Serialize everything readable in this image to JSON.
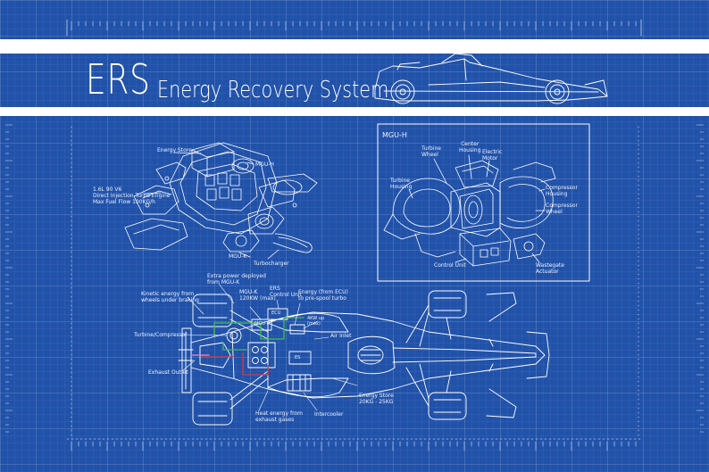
{
  "title": {
    "main": "ERS",
    "subtitle": "Energy Recovery System"
  },
  "colors": {
    "background": "#2152a9",
    "line": "#ffffff",
    "grid": "#6e93d2",
    "mgu_k_path": "#3fbf4a",
    "exhaust_path": "#d9393b",
    "kinetic_path": "#e88ad6"
  },
  "exploded_view": {
    "labels": {
      "energy_store": "Energy Store",
      "mgu_h": "MGU-H",
      "engine_line1": "1.6L 90 V6",
      "engine_line2": "Direct Injection Turbo Engine",
      "engine_line3": "Max Fuel Flow 100KG/h",
      "mgu_k": "MGU-K",
      "turbocharger": "Turbocharger"
    }
  },
  "mgu_h_panel": {
    "title": "MGU-H",
    "labels": {
      "turbine_wheel": "Turbine\nWheel",
      "center_housing": "Center\nHousing",
      "electric_motor": "Electric\nMotor",
      "turbine_housing": "Turbine\nHousing",
      "compressor_housing": "Compressor\nHousing",
      "compressor_wheel": "Compressor\nWheel",
      "control_unit": "Control Unit",
      "wastegate_actuator": "Wastegate\nActuator"
    }
  },
  "plan_view": {
    "labels": {
      "extra_power": "Extra power deployed\nfrom MGU-K",
      "kinetic_energy": "Kinetic energy from\nwheels under braking",
      "mgu_k_power": "MGU-K\n120KW (max)",
      "ers_control": "ERS\nControl Unit",
      "energy_from_ecu": "Energy (from ECU)\nto pre-spool turbo",
      "turbine_compressor": "Turbine/Compressor",
      "mgu_h_small": "MGU-H",
      "kw_max": "4KW up\n(max)",
      "air_inlet": "Air Inlet",
      "exhaust_outlet": "Exhaust Outlet",
      "es": "ES",
      "ecu": "ECU",
      "heat_energy": "Heat energy from\nexhaust gases",
      "intercooler": "Intercooler",
      "energy_store_weight": "Energy Store\n20KG - 25KG"
    }
  }
}
